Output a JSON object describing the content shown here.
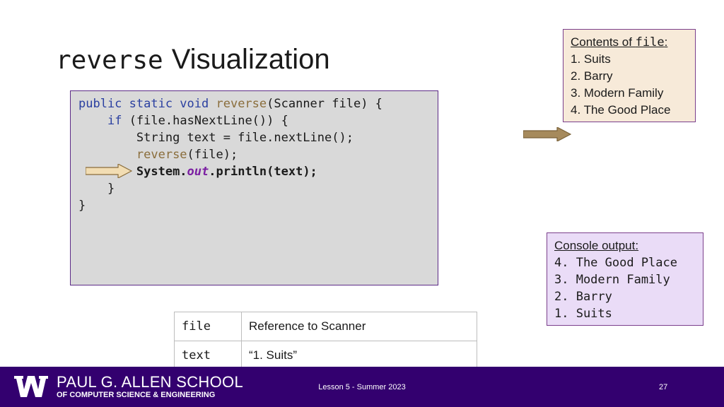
{
  "slide": {
    "title_code": "reverse",
    "title_text": "Visualization"
  },
  "code": {
    "l1_kw": "public static void",
    "l1_fn": "reverse",
    "l1_rest": "(Scanner file) {",
    "l2_kw": "if",
    "l2_rest": "(file.hasNextLine()) {",
    "l3": "String text = file.nextLine();",
    "l4_fn": "reverse",
    "l4_rest": "(file);",
    "l5_a": "System.",
    "l5_field": "out",
    "l5_b": ".println(text);",
    "l6": "}",
    "l7": "}"
  },
  "variables": [
    {
      "name": "file",
      "value": "Reference to Scanner"
    },
    {
      "name": "text",
      "value": "“1. Suits”"
    }
  ],
  "file_contents": {
    "header_text": "Contents of ",
    "header_code": "file",
    "header_colon": ":",
    "lines": [
      "1. Suits",
      "2. Barry",
      "3. Modern Family",
      "4. The Good Place"
    ]
  },
  "console": {
    "header": "Console output:",
    "lines": [
      "4. The Good Place",
      "3. Modern Family",
      "2. Barry",
      "1. Suits"
    ]
  },
  "footer": {
    "school_name": "PAUL G. ALLEN SCHOOL",
    "school_sub": "OF COMPUTER SCIENCE & ENGINEERING",
    "lesson": "Lesson 5 - Summer 2023",
    "page": "27"
  },
  "icons": {
    "arrow": "right-arrow-icon",
    "logo": "uw-w-logo"
  },
  "colors": {
    "footer_bg": "#33006f",
    "keyword": "#2a3fa0",
    "method": "#8a6d3b",
    "field": "#7b1fa2",
    "arrow_fill": "#a68a5c",
    "code_bg": "#d9d9d9",
    "file_box_bg": "#f7ead9",
    "console_box_bg": "#eadcf7"
  }
}
